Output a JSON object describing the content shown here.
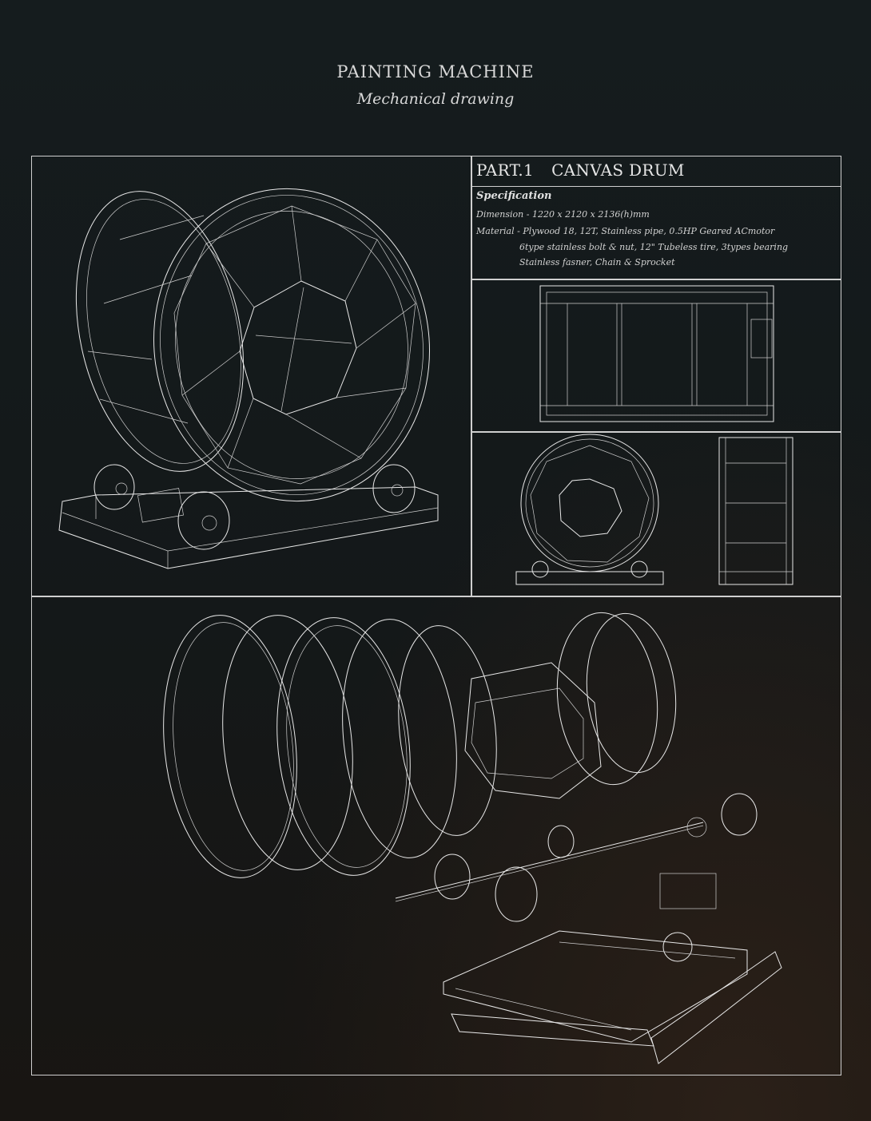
{
  "header": {
    "title": "PAINTING MACHINE",
    "subtitle": "Mechanical drawing"
  },
  "part": {
    "number": "PART.1",
    "name": "CANVAS DRUM"
  },
  "specification": {
    "heading": "Specification",
    "dimension": "Dimension - 1220 x 2120 x 2136(h)mm",
    "material_line1": "Material - Plywood 18, 12T, Stainless pipe, 0.5HP Geared ACmotor",
    "material_line2": "6type stainless bolt & nut, 12\" Tubeless tire, 3types bearing",
    "material_line3": "Stainless fasner, Chain & Sprocket"
  },
  "colors": {
    "background": "#151a1b",
    "line": "#e8e8e8"
  }
}
